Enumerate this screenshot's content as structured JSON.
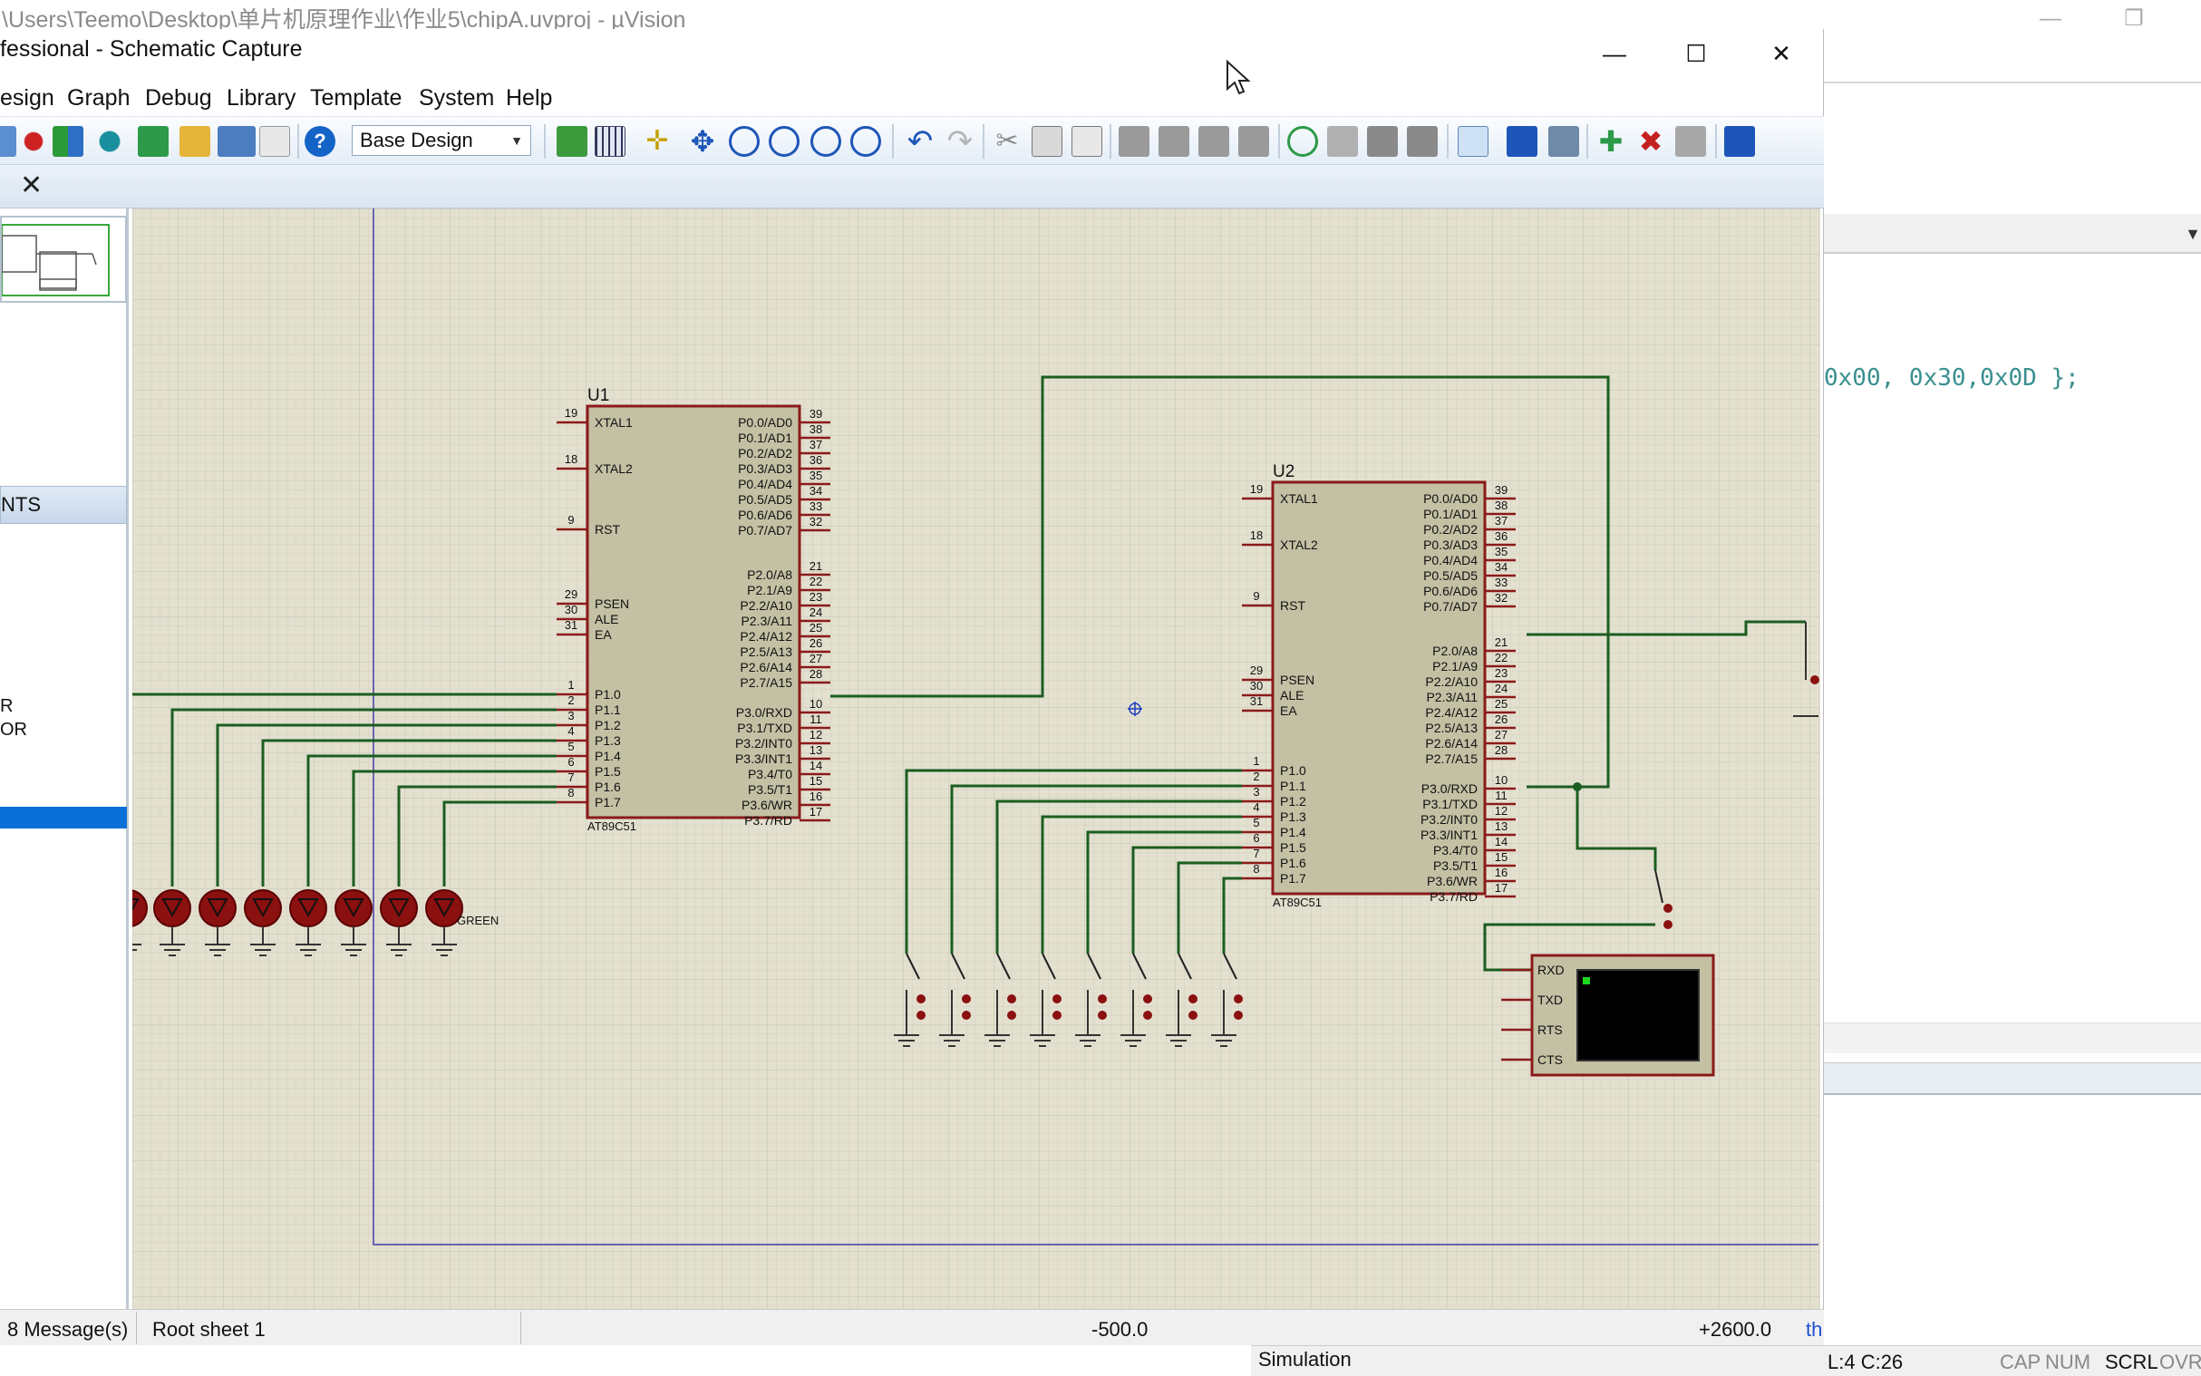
{
  "uvision": {
    "title": "\\Users\\Teemo\\Desktop\\单片机原理作业\\作业5\\chipA.uvproj - µVision",
    "code_fragment": "0x00, 0x30,0x0D };",
    "status": {
      "position": "L:4 C:26",
      "cap": "CAP",
      "num": "NUM",
      "scrl": "SCRL",
      "ovr": "OVR"
    }
  },
  "proteus": {
    "title": "fessional - Schematic Capture",
    "menu": [
      "esign",
      "Graph",
      "Debug",
      "Library",
      "Template",
      "System",
      "Help"
    ],
    "design_select": "Base Design",
    "devices_header": "NTS",
    "device_fragments": [
      "R",
      "OR"
    ],
    "status": {
      "messages": "8 Message(s)",
      "sheet": "Root sheet 1",
      "x_coord": "-500.0",
      "y_coord": "+2600.0",
      "th": "th"
    },
    "simulation_label": "Simulation"
  },
  "schematic": {
    "u1": {
      "ref": "U1",
      "part": "AT89C51",
      "left_pins": [
        {
          "num": "19",
          "name": "XTAL1"
        },
        {
          "num": "18",
          "name": "XTAL2"
        },
        {
          "num": "9",
          "name": "RST"
        },
        {
          "num": "29",
          "name": "PSEN"
        },
        {
          "num": "30",
          "name": "ALE"
        },
        {
          "num": "31",
          "name": "EA"
        },
        {
          "num": "1",
          "name": "P1.0"
        },
        {
          "num": "2",
          "name": "P1.1"
        },
        {
          "num": "3",
          "name": "P1.2"
        },
        {
          "num": "4",
          "name": "P1.3"
        },
        {
          "num": "5",
          "name": "P1.4"
        },
        {
          "num": "6",
          "name": "P1.5"
        },
        {
          "num": "7",
          "name": "P1.6"
        },
        {
          "num": "8",
          "name": "P1.7"
        }
      ],
      "right_pins": [
        {
          "num": "39",
          "name": "P0.0/AD0"
        },
        {
          "num": "38",
          "name": "P0.1/AD1"
        },
        {
          "num": "37",
          "name": "P0.2/AD2"
        },
        {
          "num": "36",
          "name": "P0.3/AD3"
        },
        {
          "num": "35",
          "name": "P0.4/AD4"
        },
        {
          "num": "34",
          "name": "P0.5/AD5"
        },
        {
          "num": "33",
          "name": "P0.6/AD6"
        },
        {
          "num": "32",
          "name": "P0.7/AD7"
        },
        {
          "num": "21",
          "name": "P2.0/A8"
        },
        {
          "num": "22",
          "name": "P2.1/A9"
        },
        {
          "num": "23",
          "name": "P2.2/A10"
        },
        {
          "num": "24",
          "name": "P2.3/A11"
        },
        {
          "num": "25",
          "name": "P2.4/A12"
        },
        {
          "num": "26",
          "name": "P2.5/A13"
        },
        {
          "num": "27",
          "name": "P2.6/A14"
        },
        {
          "num": "28",
          "name": "P2.7/A15"
        },
        {
          "num": "10",
          "name": "P3.0/RXD"
        },
        {
          "num": "11",
          "name": "P3.1/TXD"
        },
        {
          "num": "12",
          "name": "P3.2/INT0"
        },
        {
          "num": "13",
          "name": "P3.3/INT1"
        },
        {
          "num": "14",
          "name": "P3.4/T0"
        },
        {
          "num": "15",
          "name": "P3.5/T1"
        },
        {
          "num": "16",
          "name": "P3.6/WR"
        },
        {
          "num": "17",
          "name": "P3.7/RD"
        }
      ]
    },
    "u2_ref": "U2",
    "u2_part": "AT89C51",
    "led_label": "GREEN",
    "terminal_pins": [
      "RXD",
      "TXD",
      "RTS",
      "CTS"
    ]
  }
}
